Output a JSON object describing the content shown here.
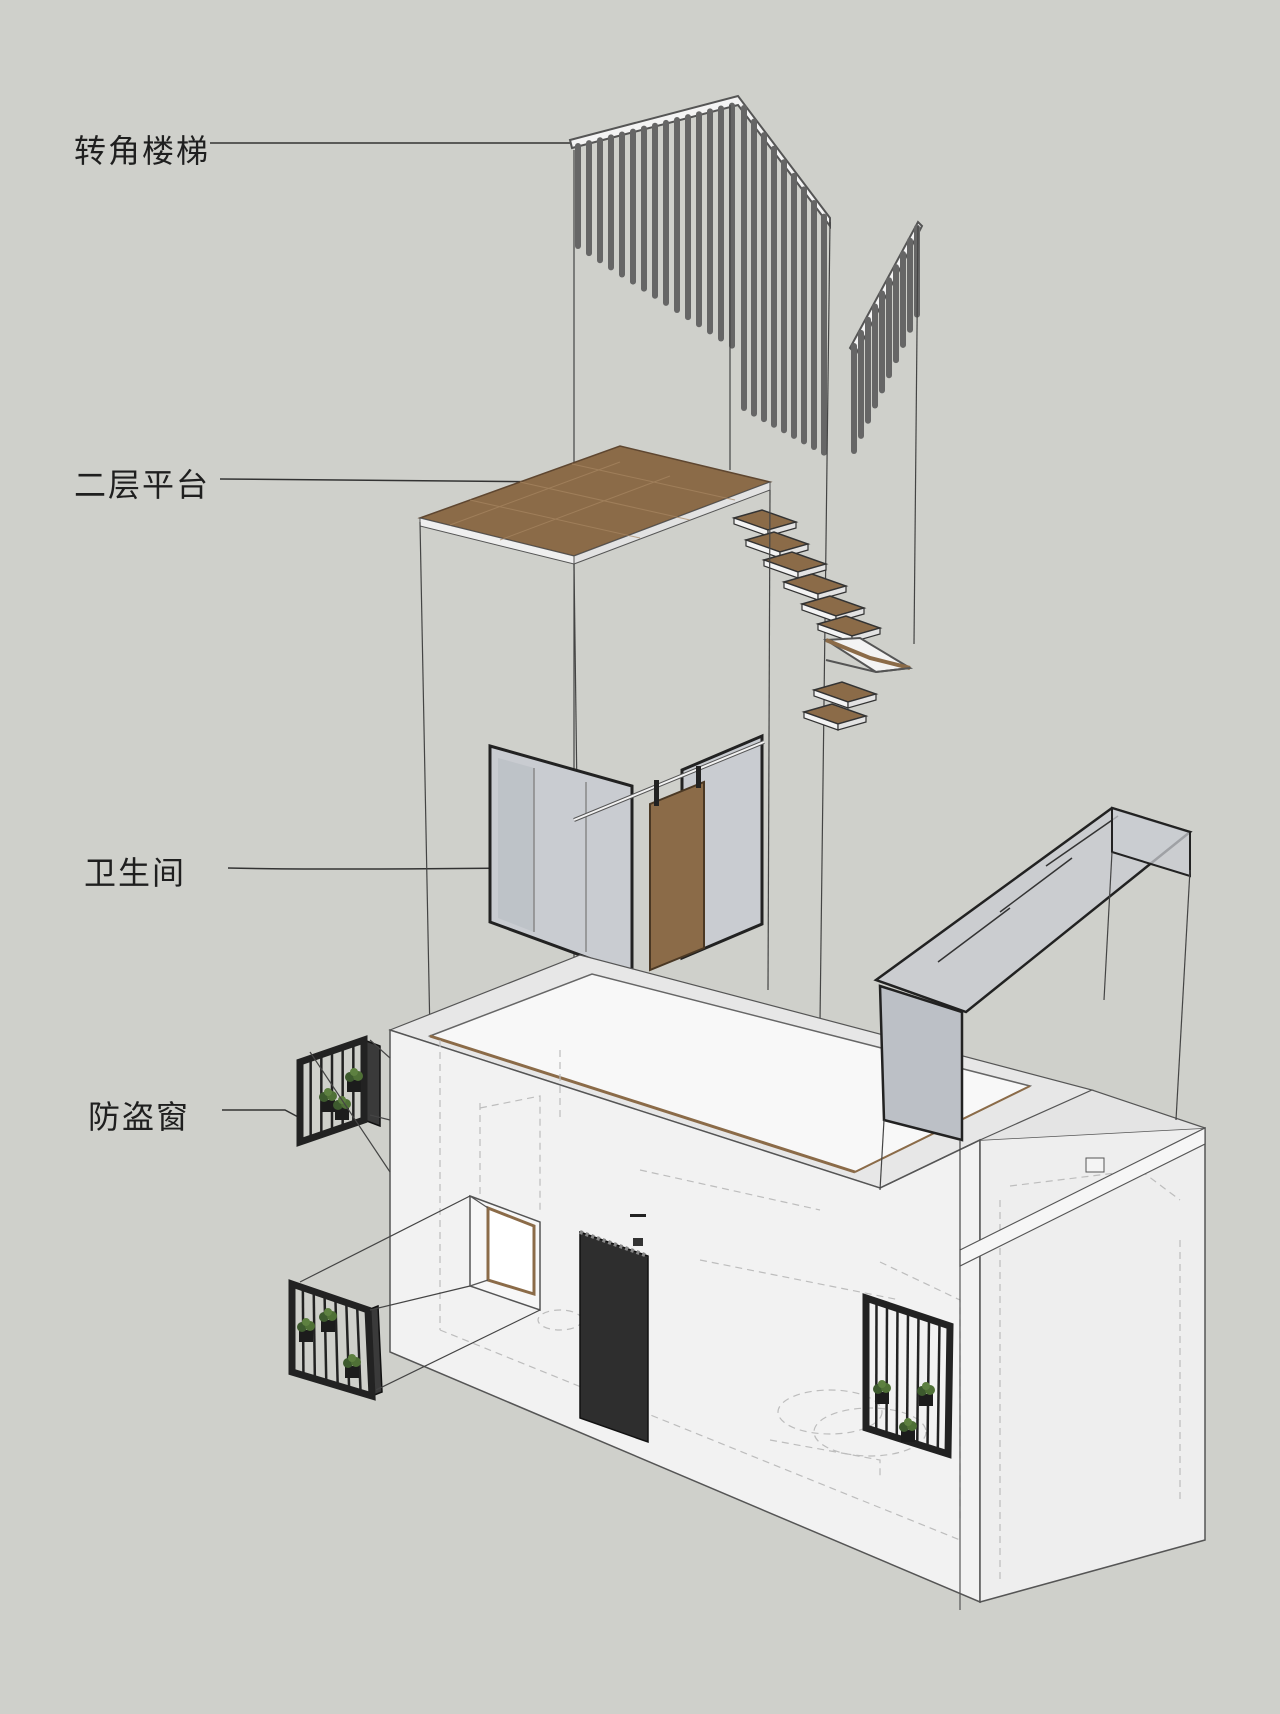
{
  "labels": {
    "corner_stair": "转角楼梯",
    "second_floor_platform": "二层平台",
    "bathroom": "卫生间",
    "security_window": "防盗窗"
  },
  "colors": {
    "background": "#cfd0cb",
    "wood": "#8b6b48",
    "glass": "#c9ccd1",
    "wall": "#f2f2f2",
    "dark_grille": "#2b2b2b",
    "leader_line": "#333333"
  },
  "icons": [
    "plant-icon"
  ]
}
